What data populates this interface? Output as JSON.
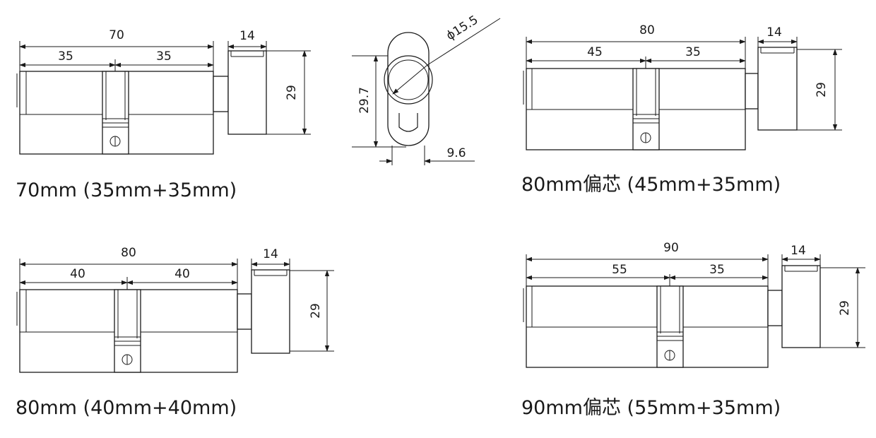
{
  "diagrams": {
    "cyl_70": {
      "total": "70",
      "left": "35",
      "right": "35",
      "knob_width": "14",
      "knob_height": "29",
      "caption": "70mm (35mm+35mm)"
    },
    "profile": {
      "diameter": "ϕ15.5",
      "height": "29.7",
      "width": "9.6"
    },
    "cyl_80_offset": {
      "total": "80",
      "left": "45",
      "right": "35",
      "knob_width": "14",
      "knob_height": "29",
      "caption": "80mm偏芯 (45mm+35mm)"
    },
    "cyl_80": {
      "total": "80",
      "left": "40",
      "right": "40",
      "knob_width": "14",
      "knob_height": "29",
      "caption": "80mm (40mm+40mm)"
    },
    "cyl_90_offset": {
      "total": "90",
      "left": "55",
      "right": "35",
      "knob_width": "14",
      "knob_height": "29",
      "caption": "90mm偏芯 (55mm+35mm)"
    }
  },
  "colors": {
    "line": "#1a1a1a",
    "background": "#ffffff"
  }
}
